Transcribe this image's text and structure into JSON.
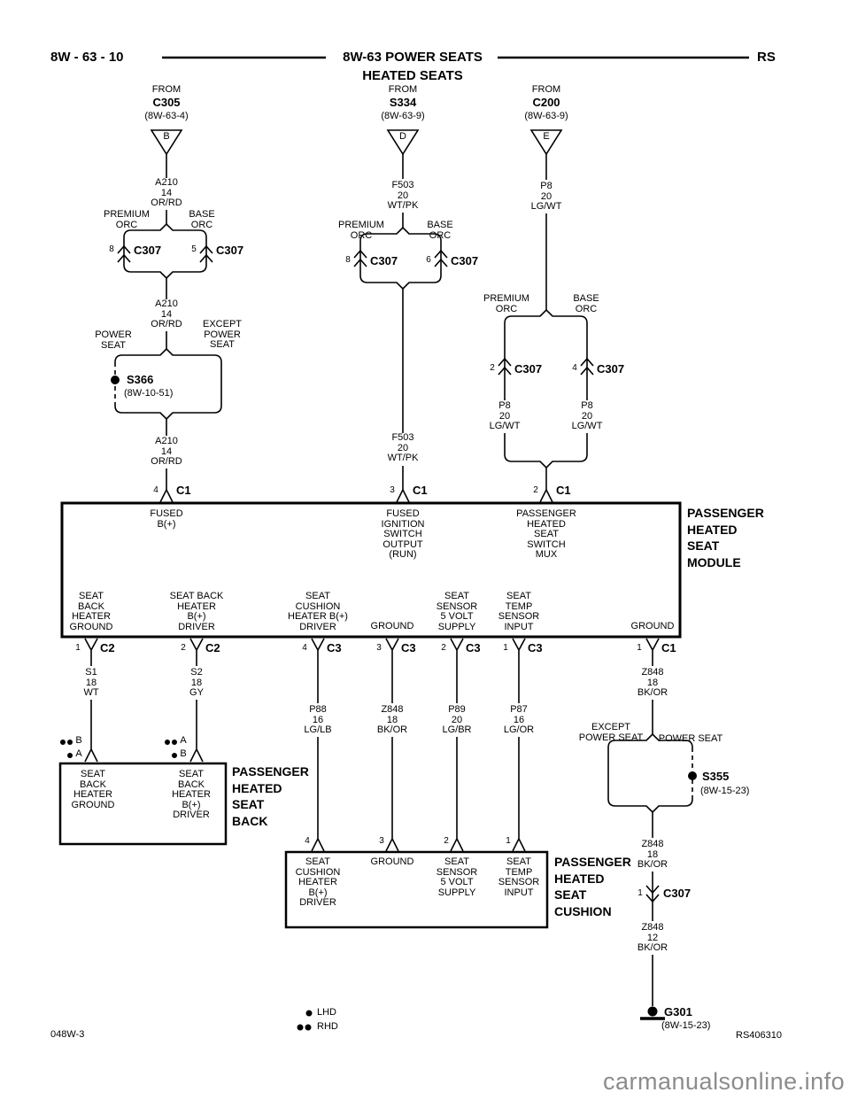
{
  "header": {
    "page_ref": "8W - 63 - 10",
    "title": "8W-63 POWER SEATS",
    "subtitle": "HEATED SEATS",
    "platform": "RS"
  },
  "col_left": {
    "from": "FROM",
    "source": "C305",
    "source_ref": "(8W-63-4)",
    "source_pin": "B",
    "wire_top": "A210\n14\nOR/RD",
    "premium": "PREMIUM\nORC",
    "base": "BASE\nORC",
    "conn_premium_pin": "8",
    "conn_premium": "C307",
    "conn_base_pin": "5",
    "conn_base": "C307",
    "wire_mid": "A210\n14\nOR/RD",
    "power_seat": "POWER\nSEAT",
    "except_power_seat": "EXCEPT\nPOWER\nSEAT",
    "splice": "S366",
    "splice_ref": "(8W-10-51)",
    "wire_bottom": "A210\n14\nOR/RD",
    "module_pin": "4",
    "module_conn": "C1"
  },
  "col_mid": {
    "from": "FROM",
    "source": "S334",
    "source_ref": "(8W-63-9)",
    "source_pin": "D",
    "wire_top": "F503\n20\nWT/PK",
    "premium": "PREMIUM\nORC",
    "base": "BASE\nORC",
    "conn_premium_pin": "8",
    "conn_premium": "C307",
    "conn_base_pin": "6",
    "conn_base": "C307",
    "wire_bottom": "F503\n20\nWT/PK",
    "module_pin": "3",
    "module_conn": "C1"
  },
  "col_right": {
    "from": "FROM",
    "source": "C200",
    "source_ref": "(8W-63-9)",
    "source_pin": "E",
    "wire_top": "P8\n20\nLG/WT",
    "premium": "PREMIUM\nORC",
    "base": "BASE\nORC",
    "conn_premium_pin": "2",
    "conn_premium": "C307",
    "conn_base_pin": "4",
    "conn_base": "C307",
    "wire_premium": "P8\n20\nLG/WT",
    "wire_base": "P8\n20\nLG/WT",
    "module_pin": "2",
    "module_conn": "C1"
  },
  "module": {
    "name": "PASSENGER\nHEATED\nSEAT\nMODULE",
    "in_fused_b": "FUSED\nB(+)",
    "in_ignition": "FUSED\nIGNITION\nSWITCH\nOUTPUT\n(RUN)",
    "in_mux": "PASSENGER\nHEATED\nSEAT\nSWITCH\nMUX",
    "out_seat_back_gnd": "SEAT\nBACK\nHEATER\nGROUND",
    "out_seat_back_drv": "SEAT BACK\nHEATER\nB(+)\nDRIVER",
    "out_cushion_drv": "SEAT\nCUSHION\nHEATER B(+)\nDRIVER",
    "out_ground": "GROUND",
    "out_sensor_supply": "SEAT\nSENSOR\n5 VOLT\nSUPPLY",
    "out_temp_input": "SEAT\nTEMP\nSENSOR\nINPUT",
    "out_ground2": "GROUND",
    "pin1": "1",
    "pin1_conn": "C2",
    "pin2": "2",
    "pin2_conn": "C2",
    "pin3": "4",
    "pin3_conn": "C3",
    "pin4": "3",
    "pin4_conn": "C3",
    "pin5": "2",
    "pin5_conn": "C3",
    "pin6": "1",
    "pin6_conn": "C3",
    "pin7": "1",
    "pin7_conn": "C1"
  },
  "wires": {
    "s1": "S1\n18\nWT",
    "s2": "S2\n18\nGY",
    "p88": "P88\n16\nLG/LB",
    "z848_mid": "Z848\n18\nBK/OR",
    "p89": "P89\n20\nLG/BR",
    "p87": "P87\n16\nLG/OR",
    "z848_right": "Z848\n18\nBK/OR",
    "z848_lower": "Z848\n18\nBK/OR",
    "z848_12": "Z848\n12\nBK/OR"
  },
  "seat_back": {
    "name": "PASSENGER\nHEATED\nSEAT\nBACK",
    "pin1_opt1": "B",
    "pin1_opt2": "A",
    "pin2_opt1": "A",
    "pin2_opt2": "B",
    "label_gnd": "SEAT\nBACK\nHEATER\nGROUND",
    "label_drv": "SEAT\nBACK\nHEATER\nB(+)\nDRIVER"
  },
  "seat_cushion": {
    "name": "PASSENGER\nHEATED\nSEAT\nCUSHION",
    "pin1": "4",
    "pin2": "3",
    "pin3": "2",
    "pin4": "1",
    "label_drv": "SEAT\nCUSHION\nHEATER\nB(+)\nDRIVER",
    "label_gnd": "GROUND",
    "label_supply": "SEAT\nSENSOR\n5 VOLT\nSUPPLY",
    "label_temp": "SEAT\nTEMP\nSENSOR\nINPUT"
  },
  "ground_branch": {
    "except_power_seat": "EXCEPT\nPOWER SEAT",
    "power_seat": "POWER SEAT",
    "splice": "S355",
    "splice_ref": "(8W-15-23)",
    "conn_pin": "1",
    "conn": "C307",
    "ground": "G301",
    "ground_ref": "(8W-15-23)"
  },
  "legend": {
    "lhd": "LHD",
    "rhd": "RHD"
  },
  "footer": {
    "doc_left": "048W-3",
    "doc_right": "RS406310",
    "watermark": "carmanualsonline.info"
  }
}
